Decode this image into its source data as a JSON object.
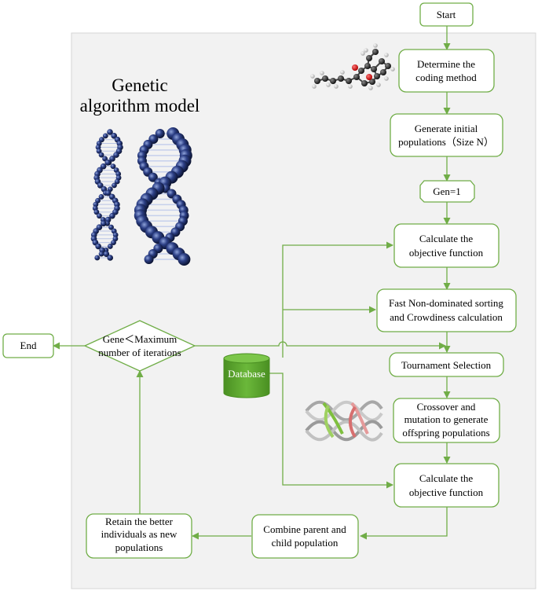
{
  "title": {
    "line1": "Genetic",
    "line2": "algorithm model"
  },
  "nodes": {
    "start": "Start",
    "coding": [
      "Determine the",
      "coding method"
    ],
    "init_pop": [
      "Generate initial",
      "populations（Size N）"
    ],
    "gen": "Gen=1",
    "calc_obj_1": [
      "Calculate the",
      "objective function"
    ],
    "sorting": [
      "Fast Non-dominated sorting",
      "and Crowdiness calculation"
    ],
    "tournament": "Tournament Selection",
    "crossover": [
      "Crossover and",
      "mutation to generate",
      "offspring populations"
    ],
    "calc_obj_2": [
      "Calculate the",
      "objective function"
    ],
    "combine": [
      "Combine parent and",
      "child population"
    ],
    "retain": [
      "Retain the better",
      "individuals as new",
      "populations"
    ],
    "decision": [
      "Gene＜Maximum",
      "number of iterations"
    ],
    "end": "End",
    "database": "Database"
  },
  "colors": {
    "line": "#70ad47",
    "box_border": "#70ad47",
    "background_panel": "#f2f2f2",
    "database": "#5aa02c",
    "dna_helix": "#1f2d5c"
  },
  "icons": [
    "molecule-icon",
    "dna-helix-thin-icon",
    "dna-helix-thick-icon",
    "crossover-strands-icon"
  ]
}
